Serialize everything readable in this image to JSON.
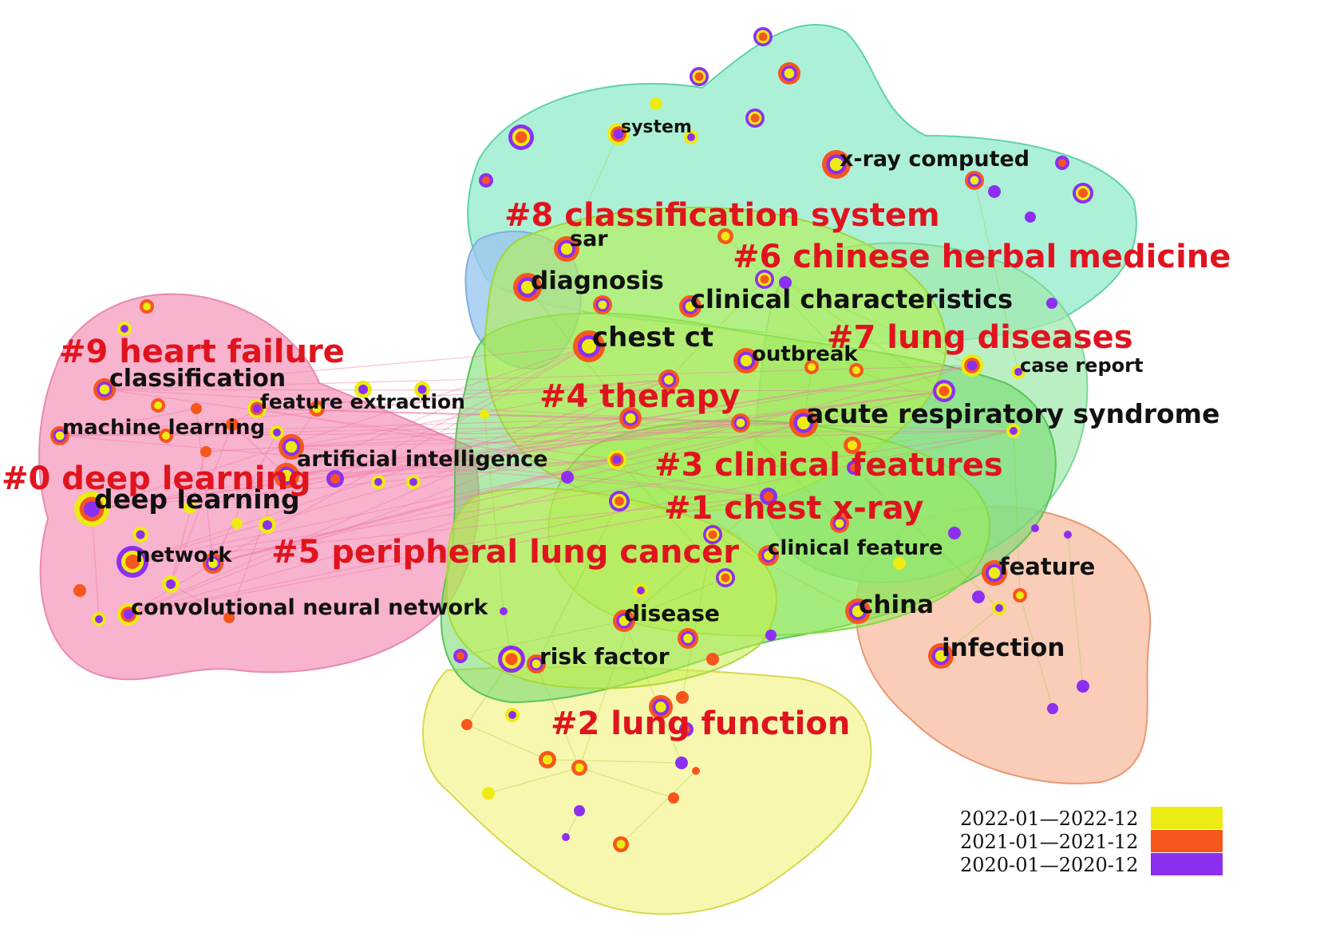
{
  "clusters": [
    {
      "id": "c0",
      "label": "#0 deep learning",
      "color": "#f7a6c6"
    },
    {
      "id": "c1",
      "label": "#1 chest x-ray",
      "color": "#7ee06a"
    },
    {
      "id": "c2",
      "label": "#2 lung function",
      "color": "#f2f27a"
    },
    {
      "id": "c3",
      "label": "#3 clinical features",
      "color": "#9cec5a"
    },
    {
      "id": "c4",
      "label": "#4 therapy",
      "color": "#b5f04e"
    },
    {
      "id": "c5",
      "label": "#5 peripheral lung cancer",
      "color": "#c6ee4a"
    },
    {
      "id": "c6",
      "label": "#6 chinese herbal medicine",
      "color": "#7de3b5"
    },
    {
      "id": "c7",
      "label": "#7 lung diseases",
      "color": "#a3e9b0"
    },
    {
      "id": "c8",
      "label": "#8 classification system",
      "color": "#8ae9c8"
    },
    {
      "id": "c9",
      "label": "#9 heart failure",
      "color": "#f5a3c0"
    }
  ],
  "keywords": [
    "system",
    "x-ray computed",
    "sar",
    "diagnosis",
    "clinical characteristics",
    "chest ct",
    "outbreak",
    "case report",
    "classification",
    "feature extraction",
    "machine learning",
    "acute respiratory syndrome",
    "artificial intelligence",
    "deep learning",
    "network",
    "clinical feature",
    "feature",
    "convolutional neural network",
    "disease",
    "china",
    "infection",
    "risk factor"
  ],
  "legend": [
    {
      "label": "2022-01—2022-12",
      "color": "#ecec12"
    },
    {
      "label": "2021-01—2021-12",
      "color": "#f7561d"
    },
    {
      "label": "2020-01—2020-12",
      "color": "#8d2ff0"
    }
  ],
  "colors": {
    "y2022": "#ecec12",
    "y2021": "#f7561d",
    "y2020": "#8d2ff0",
    "pink_links": "#f07aa8",
    "green_links": "#9acd32",
    "red_label": "#e0141e"
  }
}
